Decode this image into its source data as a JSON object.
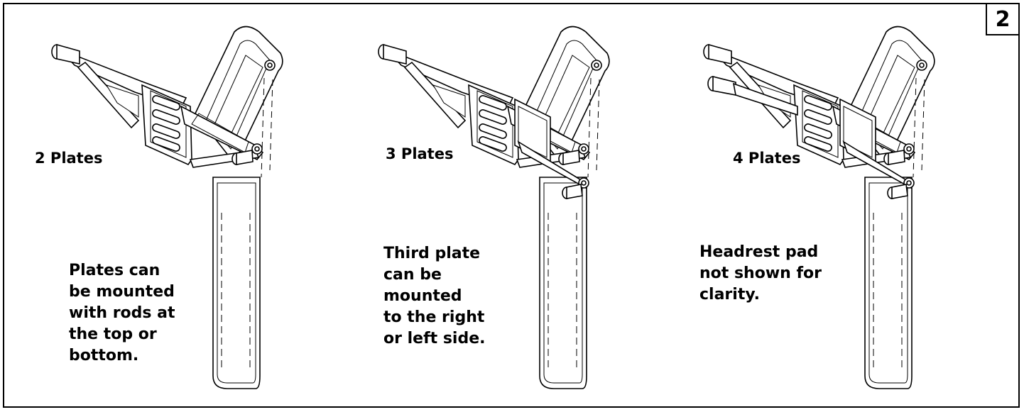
{
  "step_number": "2",
  "panels": [
    {
      "plate_label": "2 Plates",
      "note": "Plates can\nbe mounted\nwith rods at\nthe top or\nbottom."
    },
    {
      "plate_label": "3 Plates",
      "note": "Third plate\ncan be\nmounted\nto the right\nor left side."
    },
    {
      "plate_label": "4 Plates",
      "note": "Headrest pad\nnot shown for\nclarity."
    }
  ],
  "colors": {
    "line": "#000000",
    "background": "#ffffff"
  }
}
